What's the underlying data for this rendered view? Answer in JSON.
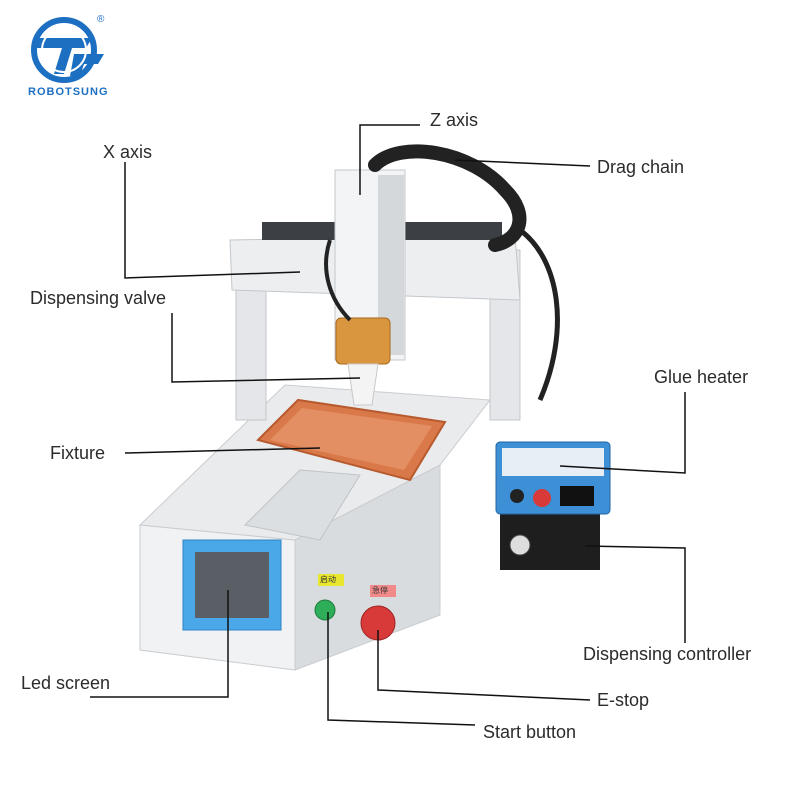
{
  "brand": {
    "name": "ROBOTSUNG",
    "registered_mark": "®"
  },
  "labels": {
    "z_axis": "Z axis",
    "x_axis": "X axis",
    "drag_chain": "Drag chain",
    "dispensing_valve": "Dispensing valve",
    "glue_heater": "Glue heater",
    "fixture": "Fixture",
    "dispensing_controller": "Dispensing controller",
    "led_screen": "Led screen",
    "e_stop": "E-stop",
    "start_button": "Start button"
  },
  "panel_tags": {
    "start": "启动",
    "stop": "急停"
  },
  "colors": {
    "brand_blue": "#1d6fc2",
    "frame": "#e6e8ea",
    "fixture": "#d9794a",
    "screen_frame": "#4aa8e8",
    "heater_box": "#3d8fd6",
    "start_button": "#2fae5a",
    "e_stop": "#d83a3a",
    "leader_line": "#111111"
  }
}
